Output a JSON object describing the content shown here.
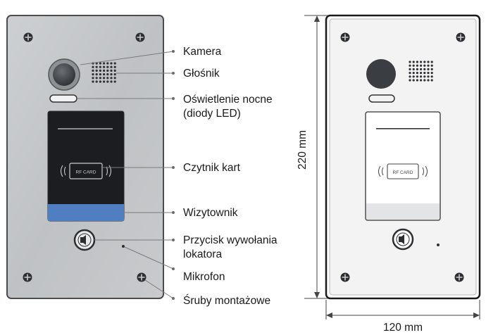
{
  "labels": {
    "camera": "Kamera",
    "speaker": "Głośnik",
    "night_light_1": "Oświetlenie nocne",
    "night_light_2": "(diody LED)",
    "card_reader": "Czytnik kart",
    "name_card": "Wizytownik",
    "call_button_1": "Przycisk wywołania",
    "call_button_2": "lokatora",
    "microphone": "Mikrofon",
    "screws": "Śruby montażowe"
  },
  "dimensions": {
    "height": "220 mm",
    "width": "120 mm"
  },
  "card_text": "RF CARD",
  "colors": {
    "panel_front": "#c3c5c7",
    "panel_outline": "#e9eaeb",
    "reader_dark": "#1b1d20",
    "name_card_blue": "#4f7fc1",
    "leader_line": "#7a7a7a",
    "text": "#1a1a1a"
  },
  "icons": [
    "screw-icon",
    "camera-lens-icon",
    "speaker-grille-icon",
    "rfid-card-icon",
    "bell-icon"
  ]
}
